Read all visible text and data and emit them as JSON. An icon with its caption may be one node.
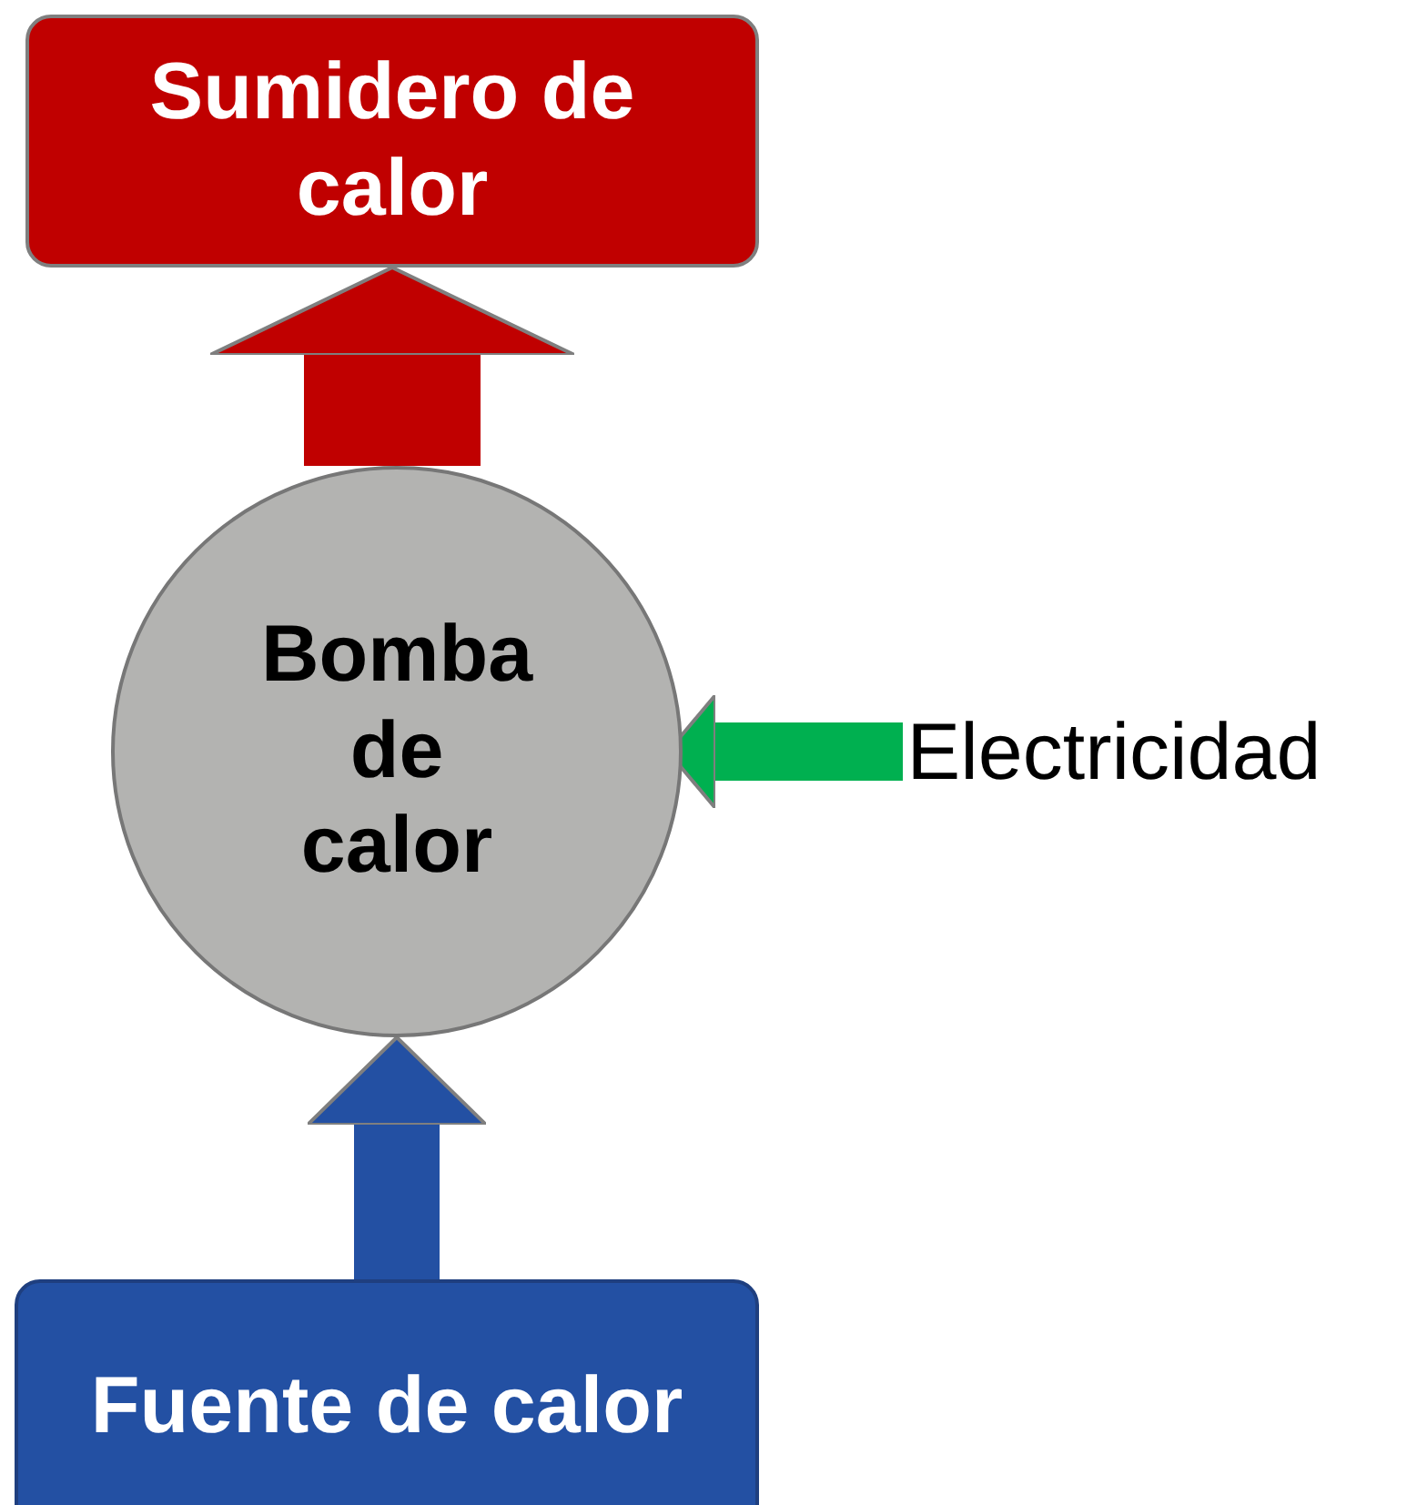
{
  "diagram": {
    "nodes": [
      {
        "text": [
          "Sumidero de calor"
        ]
      },
      {
        "text": [
          "Bomba de calor"
        ]
      },
      {
        "text": [
          "Electricidad"
        ]
      },
      {
        "text": [
          "Fuente de calor"
        ]
      }
    ],
    "edges": [
      {
        "from": 1,
        "to": 0,
        "arrow": "to",
        "style": "thick",
        "color": "#c00000"
      },
      {
        "from": 2,
        "to": 1,
        "arrow": "to",
        "color": "#00b050"
      },
      {
        "from": 3,
        "to": 1,
        "arrow": "to",
        "color": "#2350a3"
      }
    ]
  }
}
